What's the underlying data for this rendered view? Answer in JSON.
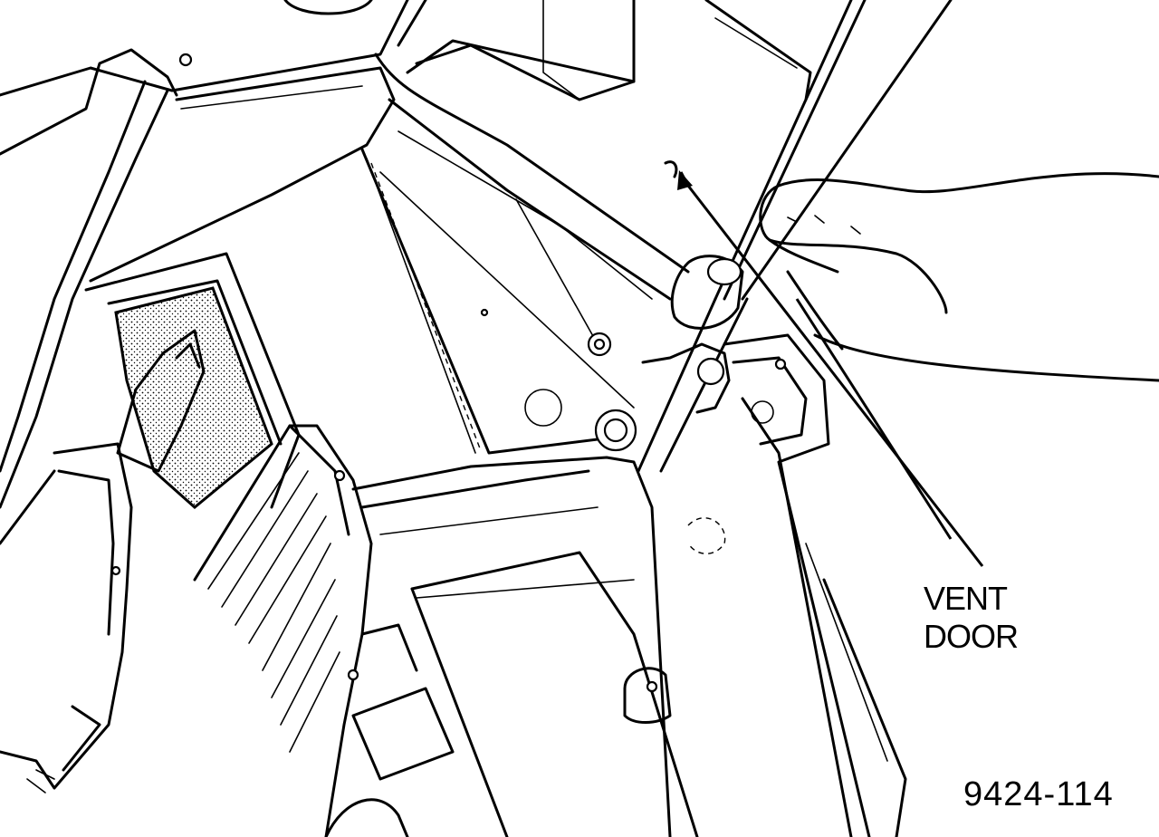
{
  "diagram": {
    "callout": {
      "line1": "VENT",
      "line2": "DOOR"
    },
    "figure_id": "9424-114",
    "colors": {
      "ink": "#000000",
      "paper": "#ffffff"
    }
  }
}
